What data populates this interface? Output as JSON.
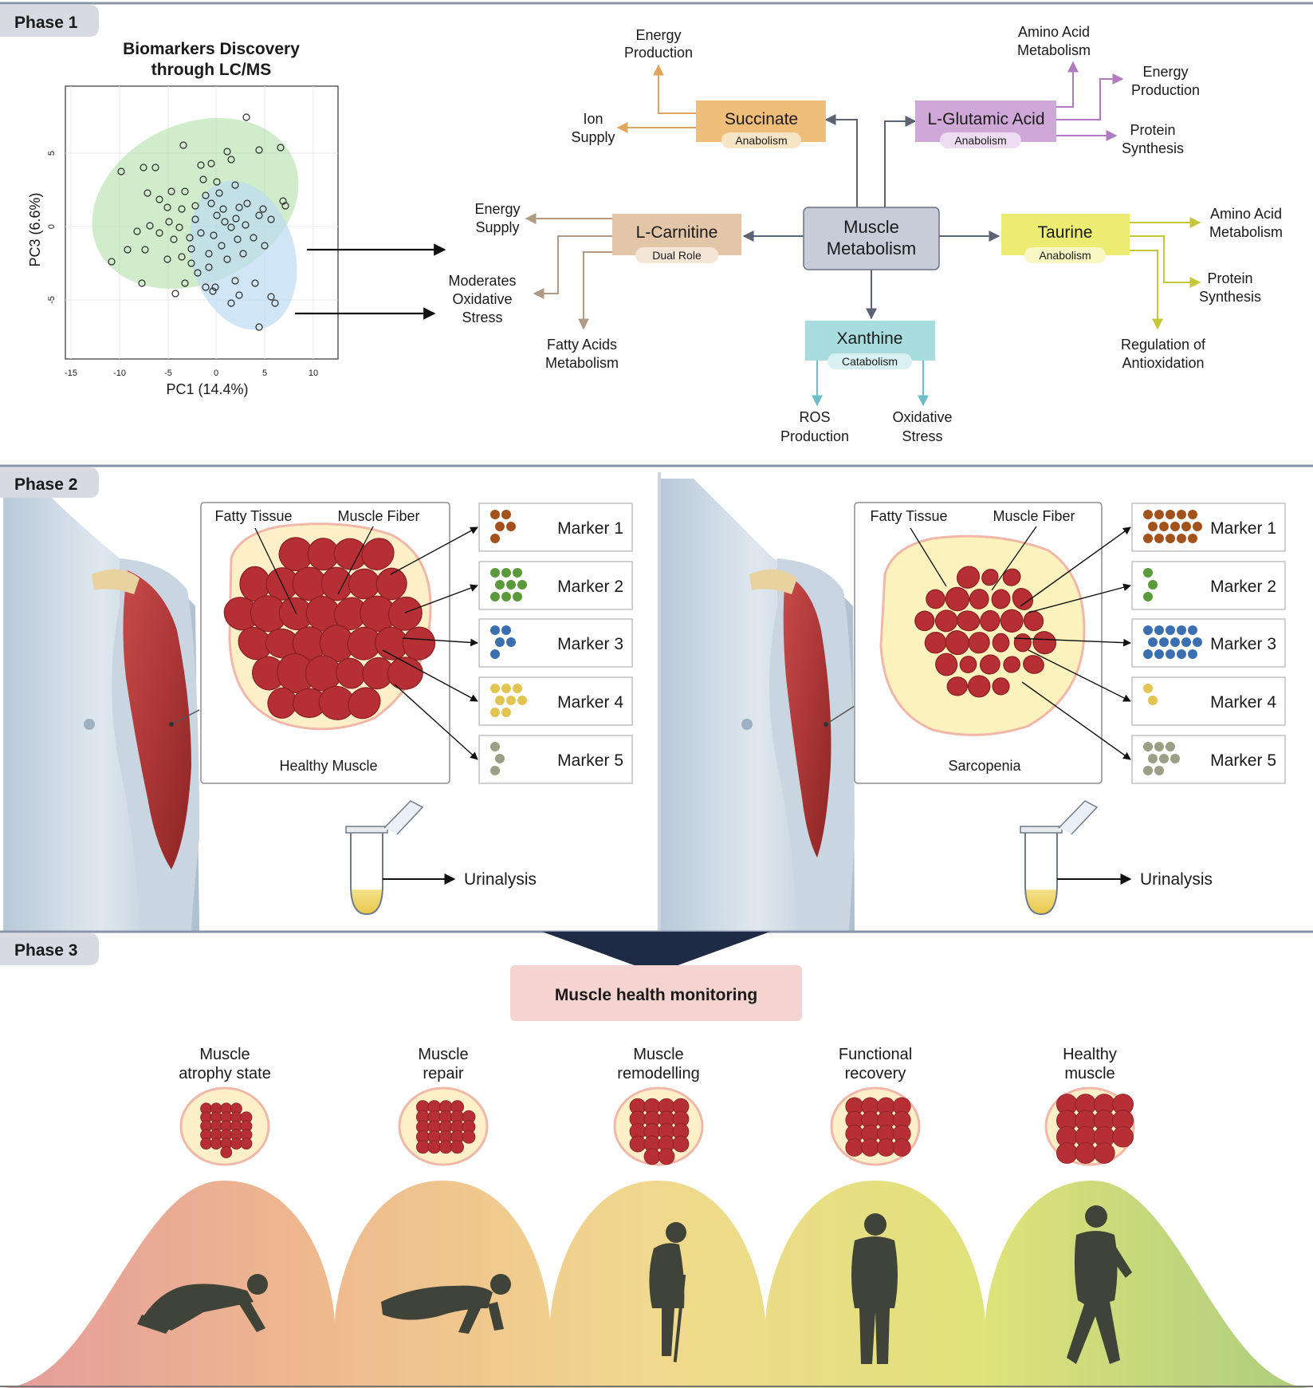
{
  "phase1": {
    "label": "Phase 1",
    "pca": {
      "title_line1": "Biomarkers Discovery",
      "title_line2": "through LC/MS",
      "xlabel": "PC1 (14.4%)",
      "ylabel": "PC3 (6.6%)",
      "xticks": [
        "-15",
        "-10",
        "-5",
        "0",
        "5",
        "10"
      ],
      "yticks": [
        "5",
        "0",
        "-5"
      ]
    },
    "center": {
      "line1": "Muscle",
      "line2": "Metabolism"
    },
    "succinate": {
      "name": "Succinate",
      "tag": "Anabolism",
      "color": "#efbe7a"
    },
    "glutamic": {
      "name": "L-Glutamic Acid",
      "tag": "Anabolism",
      "color": "#cfa8d8"
    },
    "carnitine": {
      "name": "L-Carnitine",
      "tag": "Dual Role",
      "color": "#e3c6a8"
    },
    "taurine": {
      "name": "Taurine",
      "tag": "Anabolism",
      "color": "#ecec72"
    },
    "xanthine": {
      "name": "Xanthine",
      "tag": "Catabolism",
      "color": "#a8dde0"
    },
    "outputs": {
      "succ_energy_1": "Energy",
      "succ_energy_2": "Production",
      "succ_ion_1": "Ion",
      "succ_ion_2": "Supply",
      "glu_amino_1": "Amino Acid",
      "glu_amino_2": "Metabolism",
      "glu_energy_1": "Energy",
      "glu_energy_2": "Production",
      "glu_protein_1": "Protein",
      "glu_protein_2": "Synthesis",
      "car_energy_1": "Energy",
      "car_energy_2": "Supply",
      "car_oxid_1": "Moderates",
      "car_oxid_2": "Oxidative",
      "car_oxid_3": "Stress",
      "car_fatty_1": "Fatty Acids",
      "car_fatty_2": "Metabolism",
      "tau_amino_1": "Amino Acid",
      "tau_amino_2": "Metabolism",
      "tau_protein_1": "Protein",
      "tau_protein_2": "Synthesis",
      "tau_antiox_1": "Regulation of",
      "tau_antiox_2": "Antioxidation",
      "xan_ros_1": "ROS",
      "xan_ros_2": "Production",
      "xan_oxid_1": "Oxidative",
      "xan_oxid_2": "Stress"
    }
  },
  "phase2": {
    "label": "Phase 2",
    "healthy": {
      "fatty_label": "Fatty Tissue",
      "fiber_label": "Muscle Fiber",
      "caption": "Healthy Muscle",
      "urinalysis": "Urinalysis",
      "markers": [
        "Marker 1",
        "Marker 2",
        "Marker 3",
        "Marker 4",
        "Marker 5"
      ]
    },
    "sarcopenia": {
      "fatty_label": "Fatty Tissue",
      "fiber_label": "Muscle Fiber",
      "caption": "Sarcopenia",
      "urinalysis": "Urinalysis",
      "markers": [
        "Marker 1",
        "Marker 2",
        "Marker 3",
        "Marker 4",
        "Marker 5"
      ]
    },
    "marker_colors": [
      "#a4521c",
      "#5b9a3a",
      "#3c6fb0",
      "#e1c452",
      "#9c9f86"
    ]
  },
  "phase3": {
    "label": "Phase 3",
    "banner": "Muscle health monitoring",
    "stages": [
      {
        "line1": "Muscle",
        "line2": "atrophy state"
      },
      {
        "line1": "Muscle",
        "line2": "repair"
      },
      {
        "line1": "Muscle",
        "line2": "remodelling"
      },
      {
        "line1": "Functional",
        "line2": "recovery"
      },
      {
        "line1": "Healthy",
        "line2": "muscle"
      }
    ]
  }
}
